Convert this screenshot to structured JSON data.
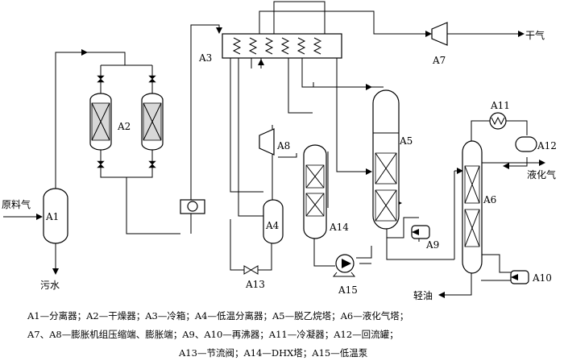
{
  "diagram": {
    "labels": {
      "feed": "原料气",
      "wastewater": "污水",
      "dry_gas": "干气",
      "lpg": "液化气",
      "light_oil": "轻油",
      "a1": "A1",
      "a2": "A2",
      "a3": "A3",
      "a4": "A4",
      "a5": "A5",
      "a6": "A6",
      "a7": "A7",
      "a8": "A8",
      "a9": "A9",
      "a10": "A10",
      "a11": "A11",
      "a12": "A12",
      "a13": "A13",
      "a14": "A14",
      "a15": "A15"
    },
    "legend": [
      "A1—分离器；A2—干燥器；A3—冷箱；A4—低温分离器；A5—脱乙烷塔；A6—液化气塔；",
      "A7、A8—膨胀机组压缩端、膨胀端；A9、A10—再沸器；A11—冷凝器；A12—回流罐；",
      "A13—节流阀；A14—DHX塔；A15—低温泵"
    ]
  }
}
